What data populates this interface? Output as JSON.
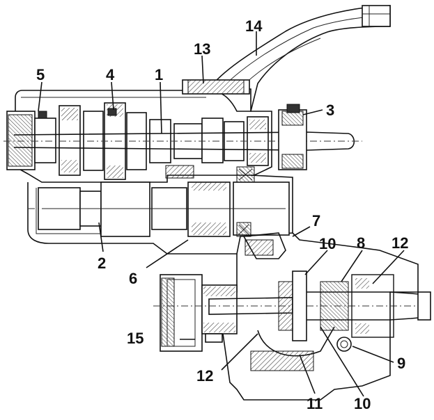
{
  "diagram": {
    "labels": {
      "l1": "1",
      "l2": "2",
      "l3": "3",
      "l4": "4",
      "l5": "5",
      "l6": "6",
      "l7": "7",
      "l8": "8",
      "l9": "9",
      "l10a": "10",
      "l10b": "10",
      "l11": "11",
      "l12a": "12",
      "l12b": "12",
      "l13": "13",
      "l14": "14",
      "l15": "15"
    }
  }
}
